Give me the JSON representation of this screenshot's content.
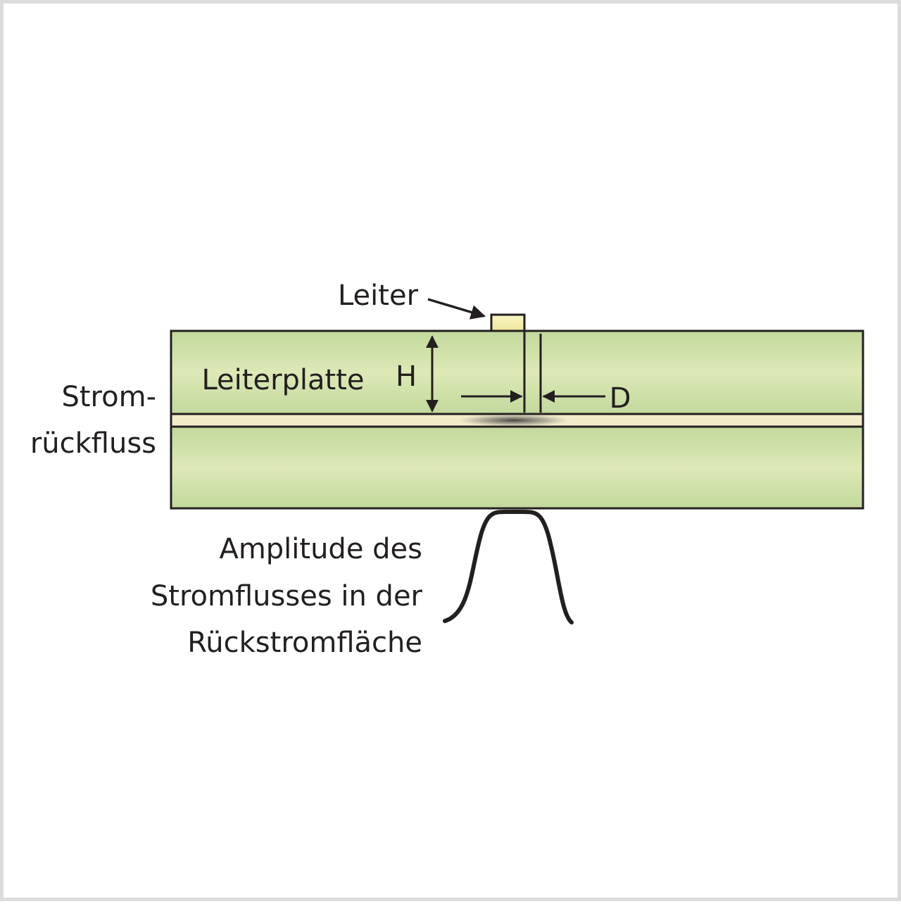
{
  "labels": {
    "conductor": "Leiter",
    "board": "Leiterplatte",
    "height": "H",
    "distance": "D",
    "return_line1": "Strom-",
    "return_line2": "rückfluss",
    "amplitude_line1": "Amplitude des",
    "amplitude_line2": "Stromflusses in der",
    "amplitude_line3": "Rückstromfläche"
  },
  "colors": {
    "board_green": "#c9dea4",
    "board_highlight": "#dce8b4",
    "conductor_yellow": "#f2eca4",
    "return_plane": "#f2ebc6",
    "outline": "#231f20",
    "frame": "#dcdcdc"
  }
}
